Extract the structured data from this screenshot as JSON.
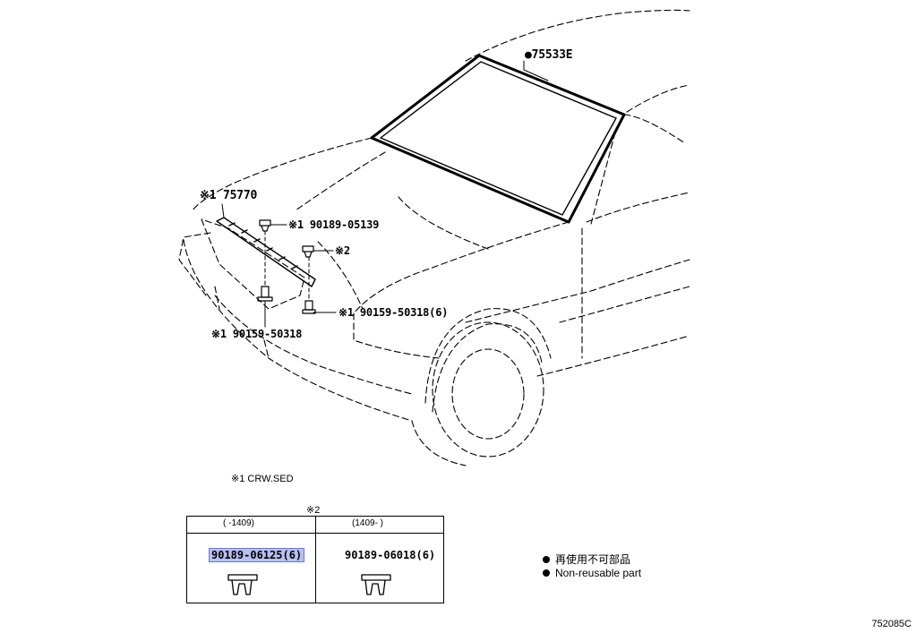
{
  "callouts": {
    "windshield": "●75533E",
    "cowl_louver": "※1 75770",
    "clip_top": "※1 90189-05139",
    "clip_mid": "※2",
    "screw_right": "※1 90159-50318(6)",
    "screw_left": "※1 90159-50318"
  },
  "footnote": "※1 CRW.SED",
  "table": {
    "marker": "※2",
    "col1_header": "(     -1409)",
    "col2_header": "(1409-     )",
    "col1_part": "90189-06125(6)",
    "col2_part": "90189-06018(6)"
  },
  "legend": {
    "line1": "再使用不可部品",
    "line2": "Non-reusable part"
  },
  "figure_id": "752085C",
  "colors": {
    "highlight": "#b9bff0",
    "ink": "#000000"
  }
}
